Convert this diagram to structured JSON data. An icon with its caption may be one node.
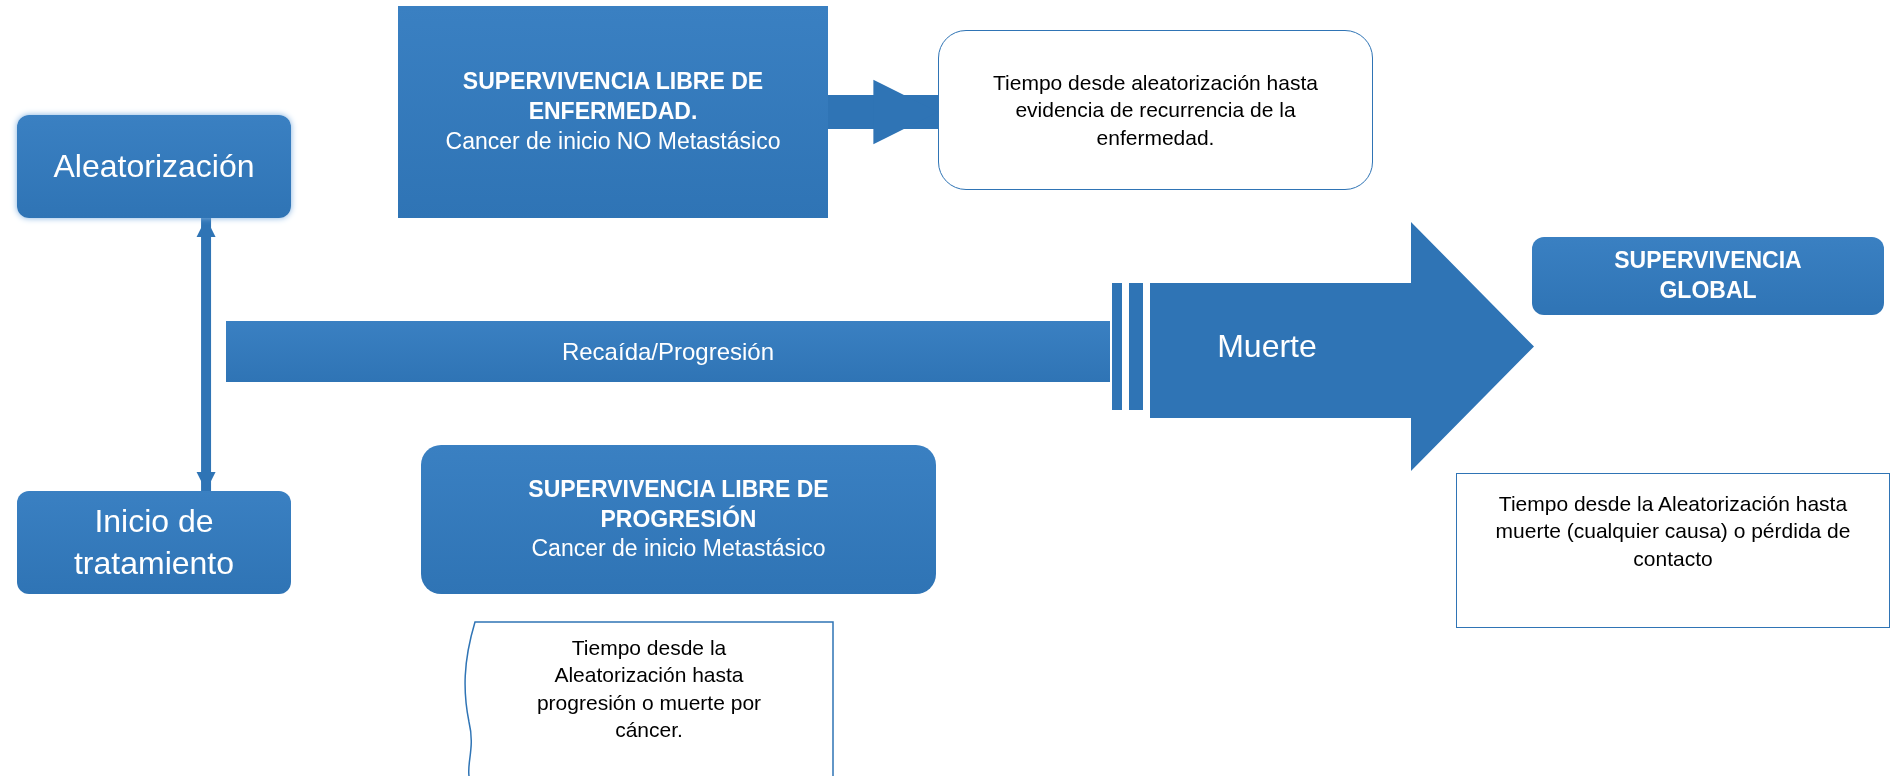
{
  "diagram": {
    "nodes": [
      {
        "text": [
          "Aleatorización"
        ]
      },
      {
        "text": [
          "SUPERVIVENCIA LIBRE DE ENFERMEDAD.",
          "Cancer de inicio NO Metastásico"
        ]
      },
      {
        "text": [
          "Tiempo desde aleatorización hasta evidencia de recurrencia de la enfermedad."
        ]
      },
      {
        "text": [
          "SUPERVIVENCIA GLOBAL"
        ]
      },
      {
        "text": [
          "Recaída/Progresión"
        ]
      },
      {
        "text": [
          "Muerte"
        ]
      },
      {
        "text": [
          "Inicio de tratamiento"
        ]
      },
      {
        "text": [
          "SUPERVIVENCIA LIBRE DE PROGRESIÓN",
          "Cancer de inicio Metastásico"
        ]
      },
      {
        "text": [
          "Tiempo desde la Aleatorización hasta muerte (cualquier causa) o pérdida de contacto"
        ]
      },
      {
        "text": [
          "Tiempo desde la Aleatorización hasta progresión o muerte por cáncer."
        ]
      }
    ],
    "edges": [
      {
        "from": 0,
        "to": 6,
        "arrow": "both"
      },
      {
        "from": 1,
        "to": 2,
        "arrow": "to",
        "style": "thick"
      }
    ]
  }
}
